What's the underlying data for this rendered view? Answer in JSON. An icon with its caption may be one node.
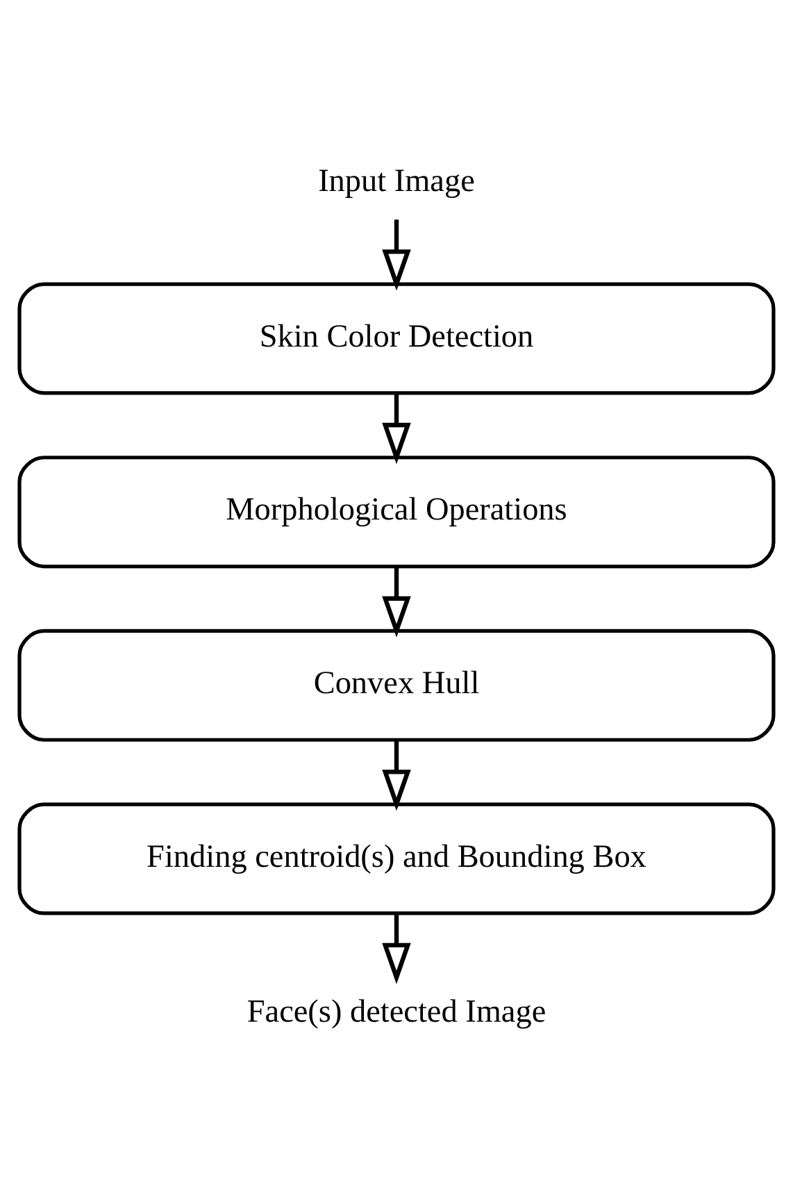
{
  "diagram": {
    "nodes": [
      {
        "text": [
          "Input Image"
        ]
      },
      {
        "text": [
          "Skin Color Detection"
        ]
      },
      {
        "text": [
          "Morphological Operations"
        ]
      },
      {
        "text": [
          "Convex Hull"
        ]
      },
      {
        "text": [
          "Finding centroid(s) and Bounding Box"
        ]
      },
      {
        "text": [
          "Face(s) detected Image"
        ]
      }
    ],
    "edges": [
      {
        "from": 0,
        "to": 1,
        "arrow": "to"
      },
      {
        "from": 1,
        "to": 2,
        "arrow": "to"
      },
      {
        "from": 2,
        "to": 3,
        "arrow": "to"
      },
      {
        "from": 3,
        "to": 4,
        "arrow": "to"
      },
      {
        "from": 4,
        "to": 5,
        "arrow": "to"
      }
    ]
  }
}
